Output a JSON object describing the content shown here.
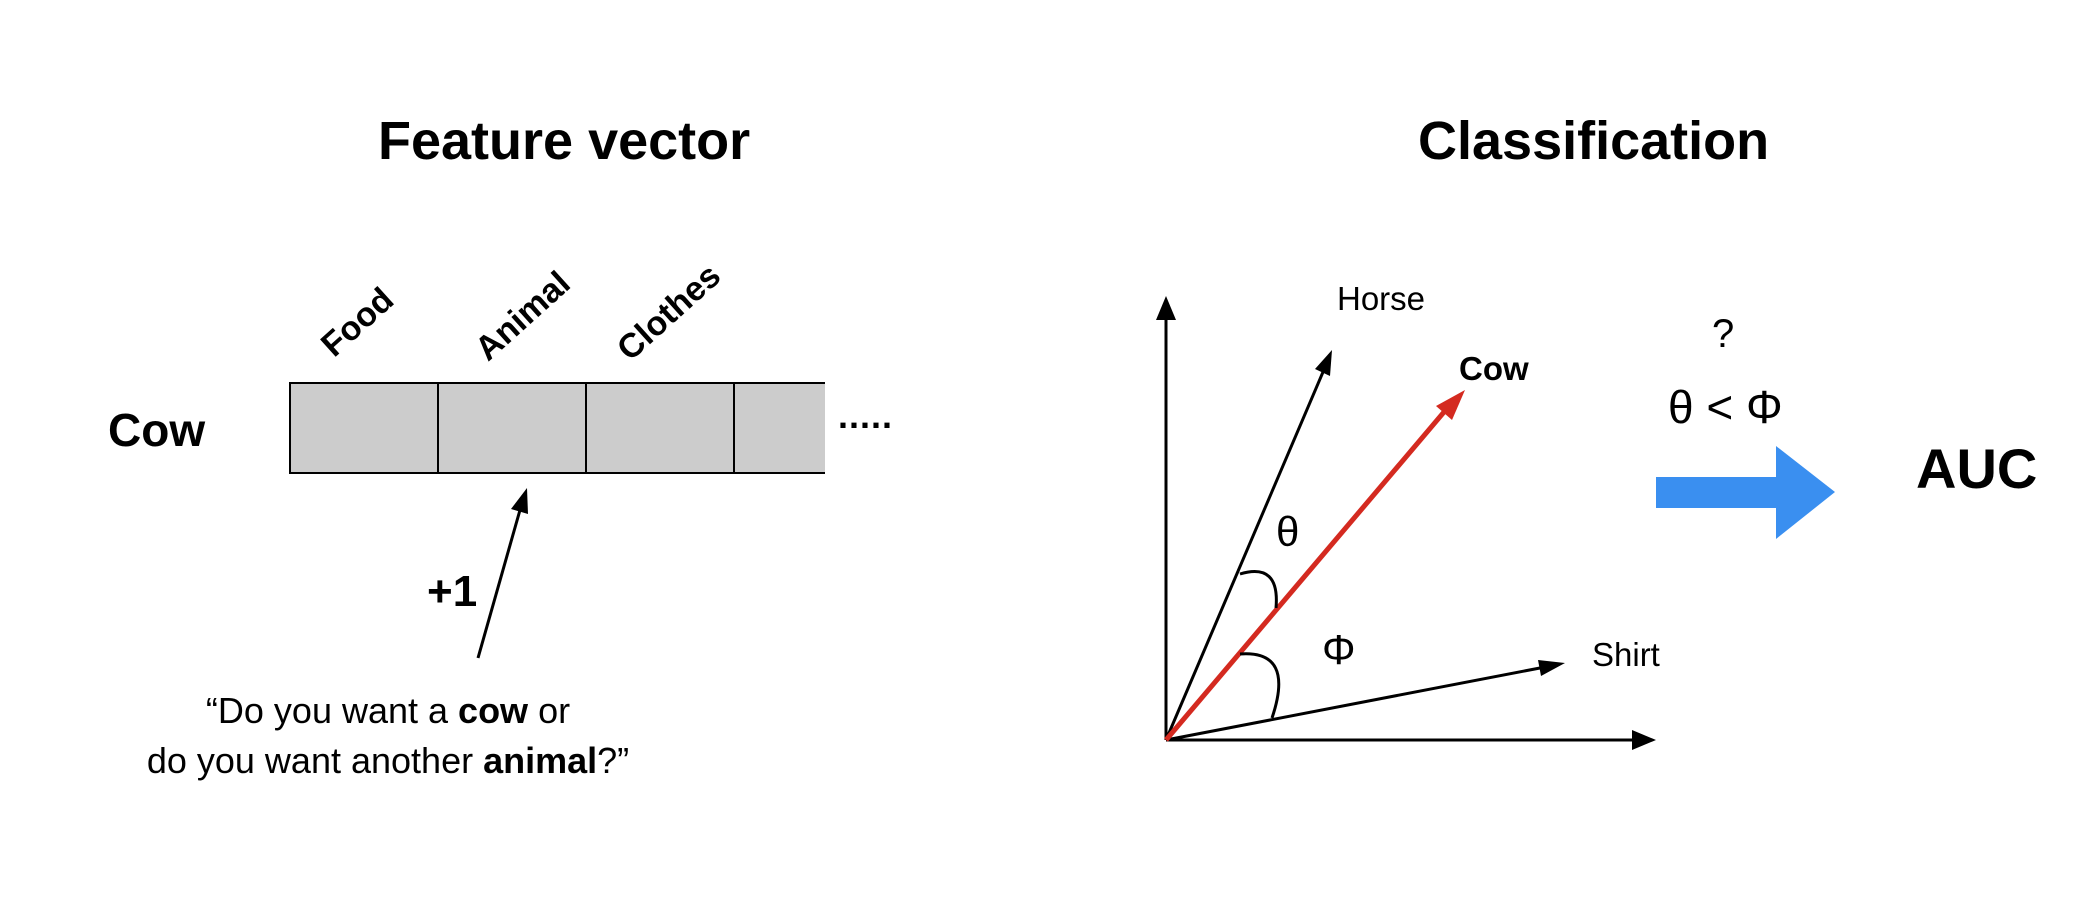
{
  "left_panel": {
    "title": "Feature vector",
    "row_label": "Cow",
    "categories": [
      "Food",
      "Animal",
      "Clothes"
    ],
    "ellipsis": ".....",
    "increment": "+1",
    "quote_line1": {
      "pre": "“Do you want a ",
      "bold": "cow",
      "post": " or"
    },
    "quote_line2": {
      "pre": "do you want another ",
      "bold": "animal",
      "post": "?”"
    }
  },
  "right_panel": {
    "title": "Classification",
    "vectors": {
      "horse": "Horse",
      "cow": "Cow",
      "shirt": "Shirt"
    },
    "angle_theta": "θ",
    "angle_phi": "Φ",
    "question": "?",
    "inequality": "θ < Φ",
    "result": "AUC"
  },
  "colors": {
    "cow_vector": "#d42a20",
    "arrow": "#3a8ff0",
    "cell_fill": "#cccccc"
  }
}
